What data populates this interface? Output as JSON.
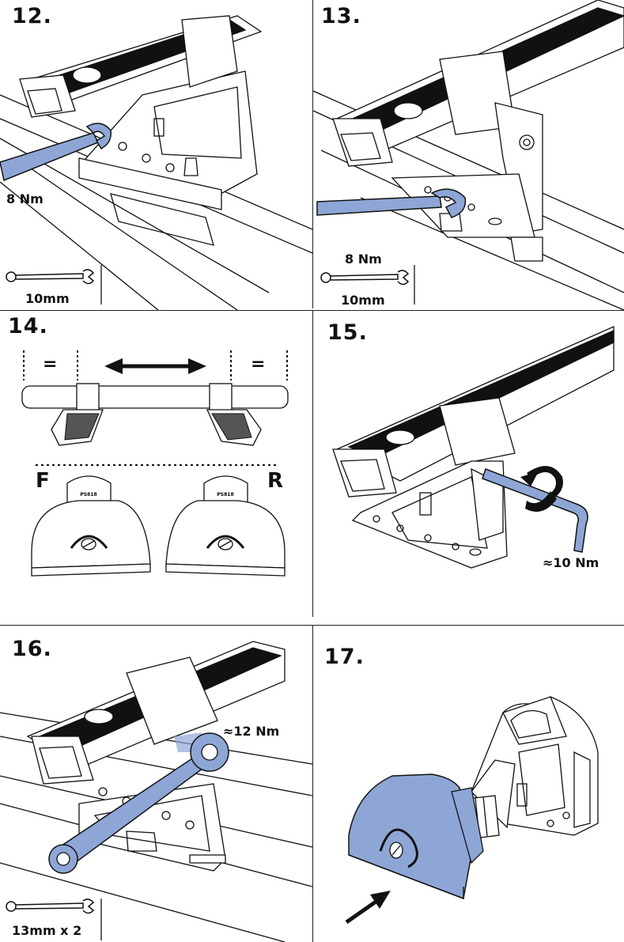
{
  "steps": [
    {
      "number": "12.",
      "torque": "8 Nm",
      "tool_size": "10mm"
    },
    {
      "number": "13.",
      "torque": "8 Nm",
      "tool_size": "10mm"
    },
    {
      "number": "14.",
      "equal_left": "=",
      "equal_right": "=",
      "front_label": "F",
      "rear_label": "R",
      "part_code_left": "PS818",
      "part_code_right": "PS818"
    },
    {
      "number": "15.",
      "torque": "≈10 Nm"
    },
    {
      "number": "16.",
      "torque": "≈12 Nm",
      "tool_size": "13mm x 2"
    },
    {
      "number": "17."
    }
  ],
  "colors": {
    "accent_blue": "#8ea6d6",
    "line": "#111111",
    "background": "#ffffff"
  },
  "icons": [
    "wrench-icon",
    "hex-key-icon",
    "rotation-arrow-icon",
    "direction-arrow-icon"
  ]
}
